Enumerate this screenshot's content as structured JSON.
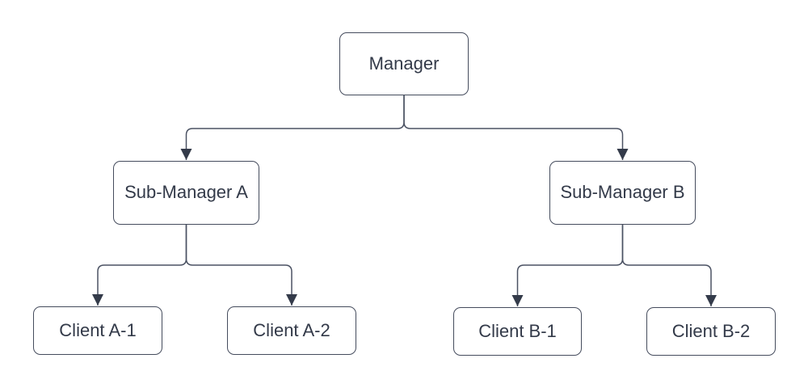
{
  "diagram": {
    "type": "org-chart",
    "background_color": "#ffffff",
    "line_color": "#4b5263",
    "border_color": "#454c5d",
    "arrow_color": "#343b4a",
    "text_color": "#333a49",
    "nodes": [
      {
        "id": "manager",
        "label": "Manager",
        "level": 1
      },
      {
        "id": "sub-manager-a",
        "label": "Sub-Manager A",
        "level": 2
      },
      {
        "id": "sub-manager-b",
        "label": "Sub-Manager B",
        "level": 2
      },
      {
        "id": "client-a-1",
        "label": "Client A-1",
        "level": 3
      },
      {
        "id": "client-a-2",
        "label": "Client A-2",
        "level": 3
      },
      {
        "id": "client-b-1",
        "label": "Client B-1",
        "level": 3
      },
      {
        "id": "client-b-2",
        "label": "Client B-2",
        "level": 3
      }
    ],
    "edges": [
      {
        "from": "manager",
        "to": "sub-manager-a",
        "arrow": "arrow-down"
      },
      {
        "from": "manager",
        "to": "sub-manager-b",
        "arrow": "arrow-down"
      },
      {
        "from": "sub-manager-a",
        "to": "client-a-1",
        "arrow": "arrow-down"
      },
      {
        "from": "sub-manager-a",
        "to": "client-a-2",
        "arrow": "arrow-down"
      },
      {
        "from": "sub-manager-b",
        "to": "client-b-1",
        "arrow": "arrow-down"
      },
      {
        "from": "sub-manager-b",
        "to": "client-b-2",
        "arrow": "arrow-down"
      }
    ]
  }
}
